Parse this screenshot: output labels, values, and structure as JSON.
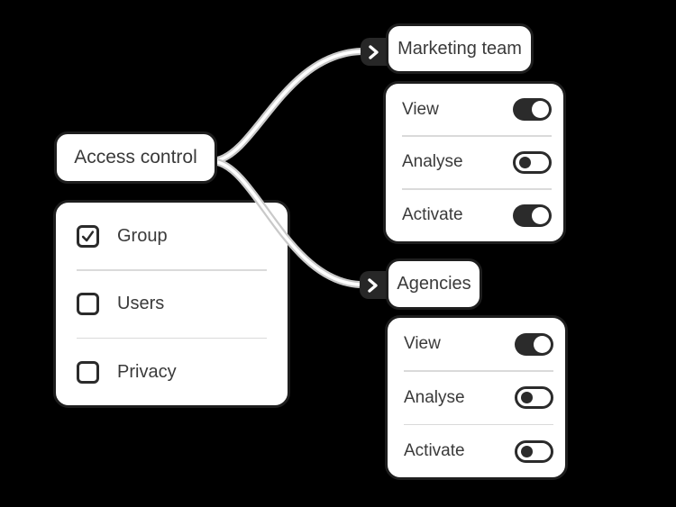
{
  "canvas": {
    "background": "#000000"
  },
  "colors": {
    "ink": "#1e1e1e",
    "surface": "#ffffff",
    "text": "#3a3a3a",
    "divider": "#dadada",
    "connector_outer": "#c9c9c9",
    "connector_inner": "#ffffff",
    "badge_background": "#272727",
    "toggle_on": "#2b2b2b"
  },
  "icons": {
    "chevron": "chevron-right-icon",
    "checkmark": "check-icon"
  },
  "root_node": {
    "label": "Access control"
  },
  "options_panel": {
    "items": [
      {
        "label": "Group",
        "checked": true
      },
      {
        "label": "Users",
        "checked": false
      },
      {
        "label": "Privacy",
        "checked": false
      }
    ]
  },
  "branches": [
    {
      "label": "Marketing team",
      "permissions": [
        {
          "label": "View",
          "on": true
        },
        {
          "label": "Analyse",
          "on": false
        },
        {
          "label": "Activate",
          "on": true
        }
      ]
    },
    {
      "label": "Agencies",
      "permissions": [
        {
          "label": "View",
          "on": true
        },
        {
          "label": "Analyse",
          "on": false
        },
        {
          "label": "Activate",
          "on": false
        }
      ]
    }
  ],
  "edges": [
    {
      "from": "Access control",
      "to": "Marketing team"
    },
    {
      "from": "Access control",
      "to": "Agencies"
    }
  ]
}
